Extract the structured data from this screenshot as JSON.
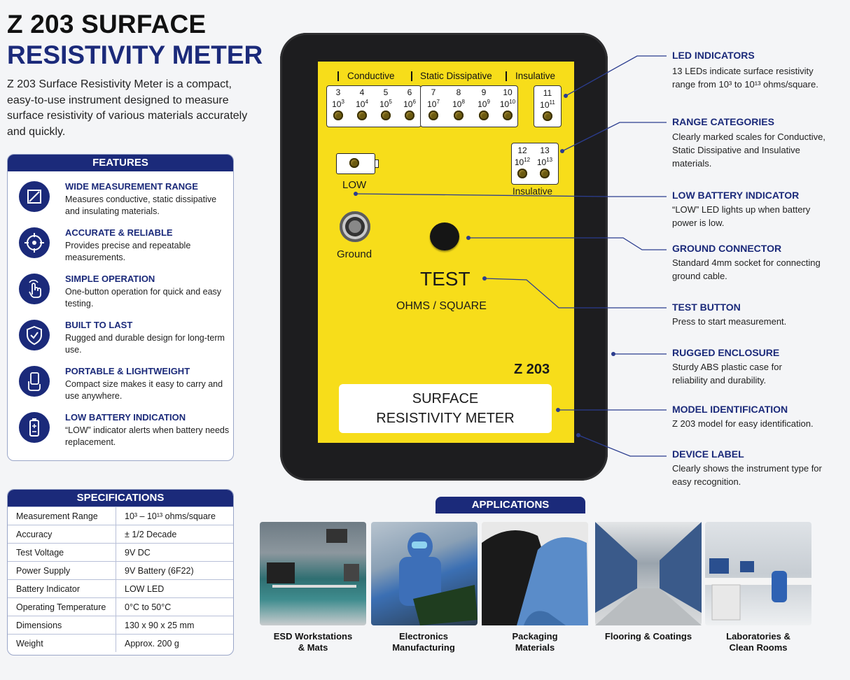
{
  "title": {
    "line1": "Z 203 SURFACE",
    "line2": "RESISTIVITY METER"
  },
  "intro": "Z 203 Surface Resistivity Meter is a compact, easy-to-use instrument designed to measure surface resistivity of various materials accurately and quickly.",
  "features": {
    "heading": "FEATURES",
    "items": [
      {
        "icon": "range-icon",
        "title": "WIDE MEASUREMENT RANGE",
        "desc": "Measures conductive, static dissipative and insulating materials."
      },
      {
        "icon": "target-icon",
        "title": "ACCURATE & RELIABLE",
        "desc": "Provides precise and repeatable measurements."
      },
      {
        "icon": "finger-press-icon",
        "title": "SIMPLE OPERATION",
        "desc": "One-button operation for quick and easy testing."
      },
      {
        "icon": "shield-icon",
        "title": "BUILT TO LAST",
        "desc": "Rugged and durable design for long-term use."
      },
      {
        "icon": "hand-device-icon",
        "title": "PORTABLE & LIGHTWEIGHT",
        "desc": "Compact size makes it easy to carry and use anywhere."
      },
      {
        "icon": "battery-icon",
        "title": "LOW BATTERY INDICATION",
        "desc": "“LOW” indicator alerts when battery needs replacement."
      }
    ]
  },
  "specs": {
    "heading": "SPECIFICATIONS",
    "rows": [
      [
        "Measurement Range",
        "10³ – 10¹³ ohms/square"
      ],
      [
        "Accuracy",
        "± 1/2 Decade"
      ],
      [
        "Test Voltage",
        "9V DC"
      ],
      [
        "Power Supply",
        "9V Battery (6F22)"
      ],
      [
        "Battery Indicator",
        "LOW LED"
      ],
      [
        "Operating Temperature",
        "0°C to 50°C"
      ],
      [
        "Dimensions",
        "130 x 90 x 25 mm"
      ],
      [
        "Weight",
        "Approx. 200 g"
      ]
    ]
  },
  "device": {
    "categories": {
      "conductive": "Conductive",
      "dissipative": "Static Dissipative",
      "insulative": "Insulative"
    },
    "leds_main": [
      {
        "n": "3",
        "e": "3"
      },
      {
        "n": "4",
        "e": "4"
      },
      {
        "n": "5",
        "e": "5"
      },
      {
        "n": "6",
        "e": "6"
      },
      {
        "n": "7",
        "e": "7"
      },
      {
        "n": "8",
        "e": "8"
      },
      {
        "n": "9",
        "e": "9"
      },
      {
        "n": "10",
        "e": "10"
      }
    ],
    "led_11": {
      "n": "11",
      "e": "11"
    },
    "leds_extra": [
      {
        "n": "12",
        "e": "12"
      },
      {
        "n": "13",
        "e": "13"
      }
    ],
    "base": "10",
    "insulative_label": "Insulative",
    "low_label": "LOW",
    "ground_label": "Ground",
    "test_label": "TEST",
    "unit_label": "OHMS / SQUARE",
    "model": "Z 203",
    "label_line1": "SURFACE",
    "label_line2": "RESISTIVITY METER"
  },
  "callouts": [
    {
      "title": "LED INDICATORS",
      "desc": "13 LEDs indicate surface resistivity range from 10³ to 10¹³ ohms/square."
    },
    {
      "title": "RANGE CATEGORIES",
      "desc": "Clearly marked scales for Conductive, Static Dissipative and Insulative materials."
    },
    {
      "title": "LOW BATTERY INDICATOR",
      "desc": "“LOW” LED lights up when battery power is low."
    },
    {
      "title": "GROUND CONNECTOR",
      "desc": "Standard 4mm socket for connecting ground cable."
    },
    {
      "title": "TEST BUTTON",
      "desc": "Press to start measurement."
    },
    {
      "title": "RUGGED ENCLOSURE",
      "desc": "Sturdy ABS plastic case for reliability and durability."
    },
    {
      "title": "MODEL IDENTIFICATION",
      "desc": "Z 203 model for easy identification."
    },
    {
      "title": "DEVICE LABEL",
      "desc": "Clearly shows the instrument type for easy recognition."
    }
  ],
  "applications": {
    "heading": "APPLICATIONS",
    "items": [
      {
        "line1": "ESD Workstations",
        "line2": "& Mats"
      },
      {
        "line1": "Electronics",
        "line2": "Manufacturing"
      },
      {
        "line1": "Packaging",
        "line2": "Materials"
      },
      {
        "line1": "Flooring & Coatings",
        "line2": ""
      },
      {
        "line1": "Laboratories &",
        "line2": "Clean Rooms"
      }
    ]
  },
  "colors": {
    "navy": "#1b2a7a",
    "yellow": "#f7dd1a",
    "case": "#1d1d1f"
  }
}
